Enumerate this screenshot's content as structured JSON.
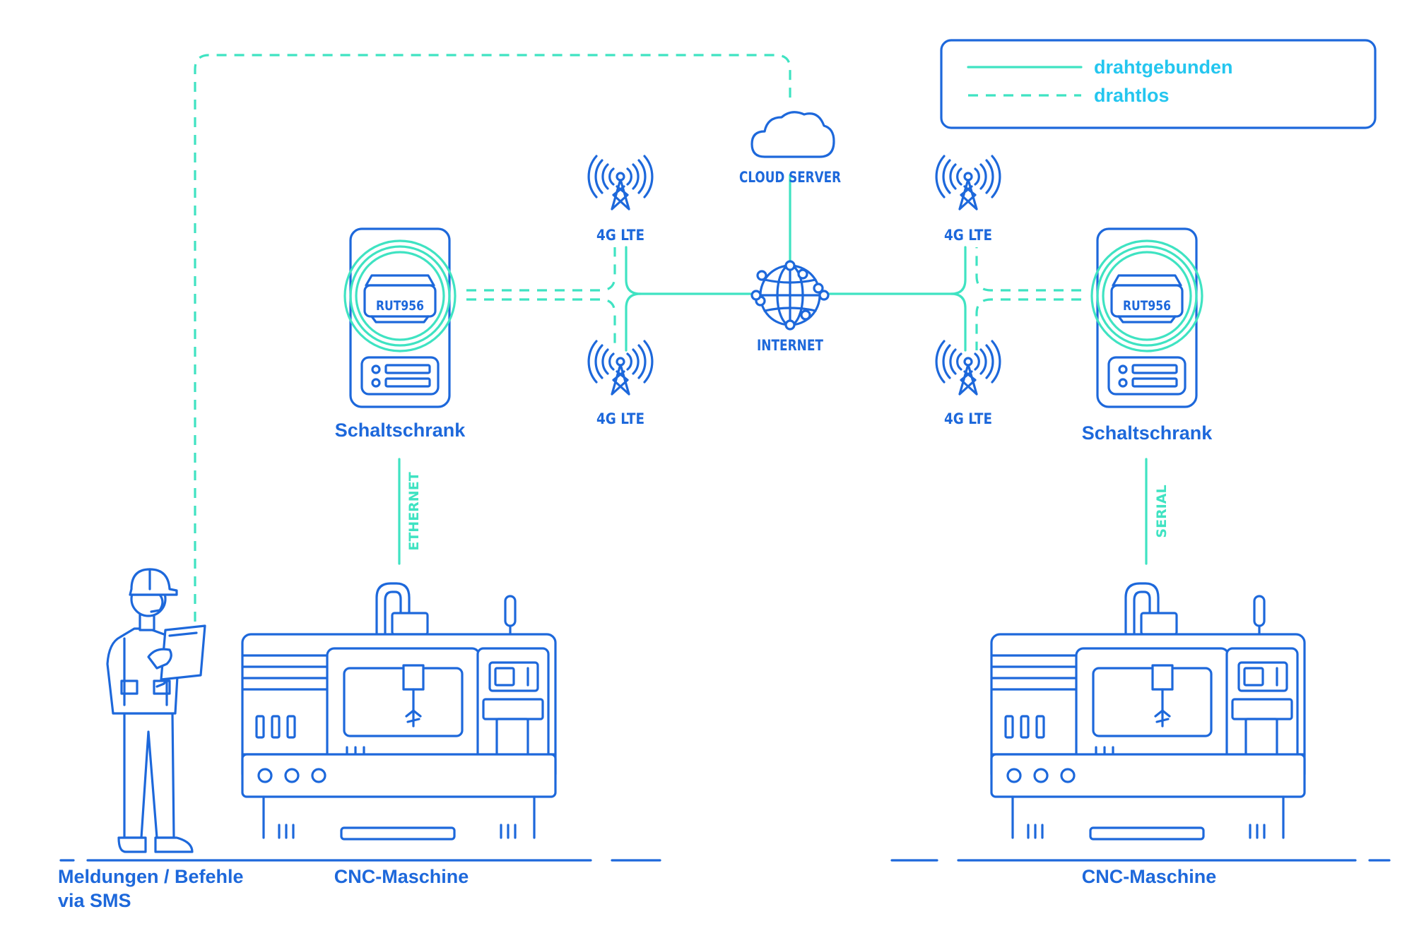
{
  "legend": {
    "wired": "drahtgebunden",
    "wireless": "drahtlos"
  },
  "nodes": {
    "cloud": "CLOUD SERVER",
    "internet": "INTERNET",
    "lte_top_left": "4G LTE",
    "lte_bottom_left": "4G LTE",
    "lte_top_right": "4G LTE",
    "lte_bottom_right": "4G LTE",
    "router_left": "RUT956",
    "router_right": "RUT956",
    "cabinet_left": "Schaltschrank",
    "cabinet_right": "Schaltschrank",
    "link_left": "ETHERNET",
    "link_right": "SERIAL",
    "machine_left": "CNC-Maschine",
    "machine_right": "CNC-Maschine",
    "worker_line1": "Meldungen / Befehle",
    "worker_line2": "via SMS"
  },
  "colors": {
    "dark_blue": "#1d68db",
    "teal": "#3fe3c2",
    "legend_text": "#24c6ef"
  },
  "icons": [
    "cloud-icon",
    "globe-icon",
    "cell-tower-icon",
    "router-icon",
    "cabinet-icon",
    "cnc-machine-icon",
    "worker-icon",
    "tablet-icon"
  ]
}
